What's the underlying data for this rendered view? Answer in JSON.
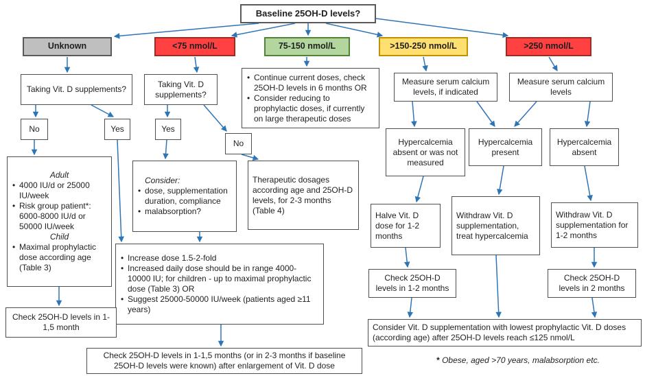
{
  "colors": {
    "arrow": "#2E75B6",
    "node_border": "#4d4d4d",
    "unknown": {
      "bg": "#BFBFBF",
      "border": "#595959"
    },
    "deficient": {
      "bg": "#FF4141",
      "border": "#9C2B21"
    },
    "target": {
      "bg": "#B2D69E",
      "border": "#538135"
    },
    "high": {
      "bg": "#FFDF70",
      "border": "#BF9000"
    },
    "toxic": {
      "bg": "#FF4141",
      "border": "#9C2B21"
    }
  },
  "root": {
    "title": "Baseline 25OH-D levels?"
  },
  "levels": [
    {
      "label": "Unknown"
    },
    {
      "label": "<75 nmol/L"
    },
    {
      "label": "75-150 nmol/L"
    },
    {
      "label": ">150-250 nmol/L"
    },
    {
      "label": ">250 nmol/L"
    }
  ],
  "nodes": {
    "taking1": "Taking Vit. D supplements?",
    "taking2": "Taking Vit. D supplements?",
    "no1": "No",
    "yes1": "Yes",
    "yes2": "Yes",
    "no2": "No",
    "continue": {
      "items": [
        "Continue current doses, check 25OH-D levels in 6 months OR",
        "Consider reducing to prophylactic doses, if currently on large therapeutic doses"
      ]
    },
    "measure_indicated": "Measure serum calcium levels, if indicated",
    "measure": "Measure serum calcium levels",
    "dosing": {
      "heading_adult": "Adult",
      "adult_items": [
        "4000 IU/d or 25000 IU/week",
        "Risk group patient*: 6000-8000 IU/d or 50000 IU/week"
      ],
      "heading_child": "Child",
      "child_items": [
        "Maximal prophylactic dose according age (Table 3)"
      ]
    },
    "consider": {
      "heading": "Consider:",
      "items": [
        "dose, supplementation duration, compliance",
        "malabsorption?"
      ]
    },
    "therapeutic": "Therapeutic dosages according age and 25OH-D levels, for 2-3 months\n(Table 4)",
    "hyperca_absent_nm": "Hypercalcemia absent or was not measured",
    "hyperca_present": "Hypercalcemia present",
    "hyperca_absent": "Hypercalcemia absent",
    "halve": "Halve Vit. D dose for 1-2 months",
    "withdraw_treat": "Withdraw Vit. D supplementation, treat hypercalcemia",
    "withdraw_12": "Withdraw Vit. D supplementation for 1-2 months",
    "increase": {
      "items": [
        "Increase dose 1.5-2-fold",
        "Increased daily dose should be in range 4000-10000 IU; for children - up to maximal prophylactic dose (Table 3) OR",
        "Suggest 25000-50000 IU/week (patients aged ≥11 years)"
      ]
    },
    "check_115": "Check 25OH-D levels in 1-1,5 month",
    "check_12": "Check 25OH-D levels in 1-2 months",
    "check_2": "Check 25OH-D levels in 2 months",
    "check_bottom": "Check 25OH-D levels in 1-1,5 months (or in 2-3 months if baseline 25OH-D levels were known) after enlargement of Vit. D dose",
    "consider_bottom": "Consider Vit. D supplementation with lowest prophylactic Vit. D doses (according age) after 25OH-D levels reach ≤125 nmol/L"
  },
  "footnote": {
    "marker": "* ",
    "text": "Obese, aged >70 years, malabsorption etc."
  }
}
